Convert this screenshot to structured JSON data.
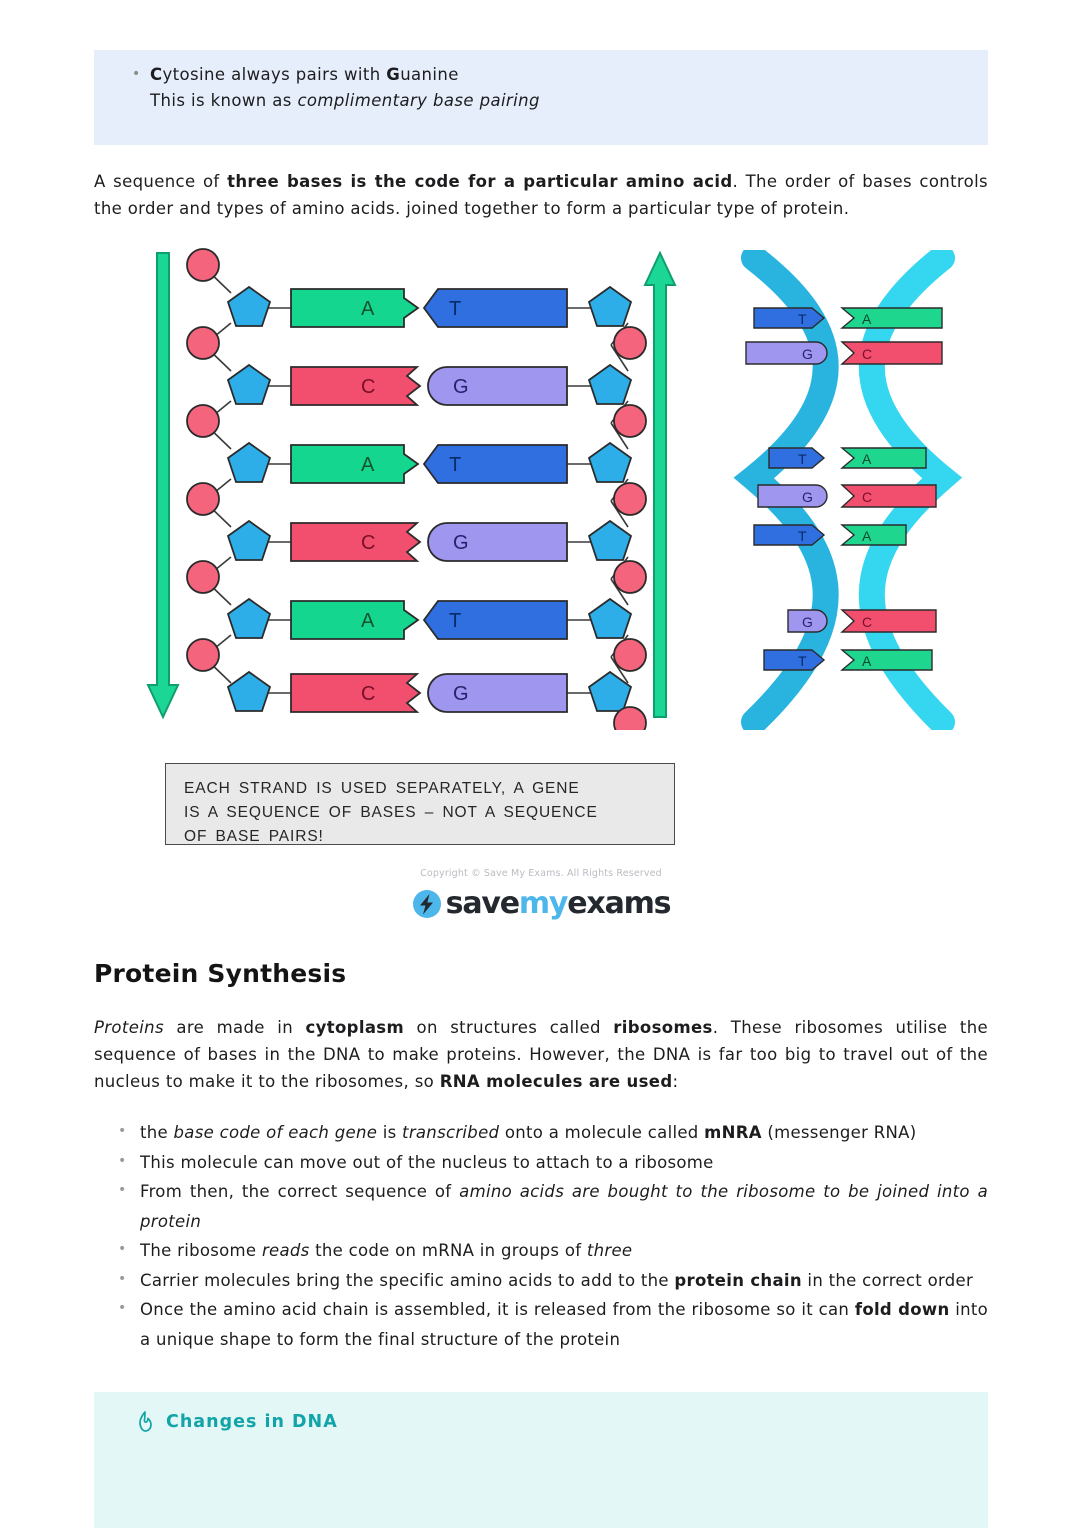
{
  "infobox": {
    "bullet_bold_lead": "C",
    "bullet_rest": "ytosine always pairs with ",
    "bullet_bold_g": "G",
    "bullet_tail": "uanine",
    "sub_prefix": "This is known as ",
    "sub_italic": "complimentary base pairing"
  },
  "paragraph1": {
    "p1": "A sequence of ",
    "b1": "three bases is the code for a particular amino acid",
    "p2": ". The order of bases controls the order and types of amino acids. joined together to form a particular type of protein."
  },
  "figure": {
    "ladder": {
      "left_strand_direction": "down",
      "right_strand_direction": "up",
      "backbone_color": "#1bd695",
      "phosphate_color": "#f4647c",
      "sugar_color": "#2eaee8",
      "base_colors": {
        "A": "#14d68f",
        "T": "#2f6fe0",
        "C": "#f24f6e",
        "G": "#9f96f0"
      },
      "rungs": [
        {
          "left": "A",
          "right": "T"
        },
        {
          "left": "C",
          "right": "G"
        },
        {
          "left": "A",
          "right": "T"
        },
        {
          "left": "C",
          "right": "G"
        },
        {
          "left": "A",
          "right": "T"
        },
        {
          "left": "C",
          "right": "G"
        }
      ]
    },
    "helix": {
      "ribbon_color": "#35d6f0",
      "ribbon_back_color": "#29b4e0",
      "rungs": [
        {
          "left": "T",
          "right": "A"
        },
        {
          "left": "G",
          "right": "C"
        },
        {
          "left": "T",
          "right": "A"
        },
        {
          "left": "G",
          "right": "C"
        },
        {
          "left": "T",
          "right": "A"
        },
        {
          "left": "G",
          "right": "C"
        },
        {
          "left": "T",
          "right": "A"
        }
      ]
    },
    "caption_line1": "EACH  STRAND  IS  USED  SEPARATELY,   A  GENE",
    "caption_line2": "IS  A  SEQUENCE  OF  BASES – NOT A  SEQUENCE",
    "caption_line3": "OF   BASE   PAIRS!",
    "copyright": "Copyright © Save My Exams. All Rights Reserved",
    "logo": {
      "save": "save",
      "my": "my",
      "exams": "exams"
    }
  },
  "heading2": "Protein Synthesis",
  "paragraph2": {
    "i1": "Proteins",
    "p1": " are made in ",
    "b1": "cytoplasm",
    "p2": " on structures called ",
    "b2": "ribosomes",
    "p3": ". These ribosomes utilise the sequence of bases in the DNA to make proteins. However, the DNA is far too big to travel out of the nucleus to make it to the ribosomes, so ",
    "b3": "RNA molecules are used",
    "p4": ":"
  },
  "bullets": [
    {
      "segments": [
        {
          "t": "the ",
          "s": "n"
        },
        {
          "t": "base code of each gene",
          "s": "i"
        },
        {
          "t": " is ",
          "s": "n"
        },
        {
          "t": "transcribed",
          "s": "i"
        },
        {
          "t": " onto a molecule called ",
          "s": "n"
        },
        {
          "t": "mNRA",
          "s": "b"
        },
        {
          "t": " (messenger RNA)",
          "s": "n"
        }
      ]
    },
    {
      "segments": [
        {
          "t": "This molecule can move out of the nucleus to attach to a ribosome",
          "s": "n"
        }
      ]
    },
    {
      "segments": [
        {
          "t": "From then, the correct sequence of ",
          "s": "n"
        },
        {
          "t": "amino acids are bought to the ribosome to be joined into a protein",
          "s": "i"
        }
      ]
    },
    {
      "segments": [
        {
          "t": "The ribosome ",
          "s": "n"
        },
        {
          "t": "reads",
          "s": "i"
        },
        {
          "t": " the code on mRNA in groups of ",
          "s": "n"
        },
        {
          "t": "three",
          "s": "i"
        }
      ]
    },
    {
      "segments": [
        {
          "t": "Carrier molecules bring the specific amino acids to add to the ",
          "s": "n"
        },
        {
          "t": "protein chain",
          "s": "b"
        },
        {
          "t": " in the correct order",
          "s": "n"
        }
      ]
    },
    {
      "segments": [
        {
          "t": "Once the amino acid chain is assembled, it is released from the ribosome so it can ",
          "s": "n"
        },
        {
          "t": "fold down",
          "s": "b"
        },
        {
          "t": " into a unique shape to form the final structure of the protein",
          "s": "n"
        }
      ]
    }
  ],
  "tealbox": {
    "icon": "flame-icon",
    "title": "Changes in DNA",
    "accent": "#12a4a8",
    "background": "#e3f7f6"
  }
}
